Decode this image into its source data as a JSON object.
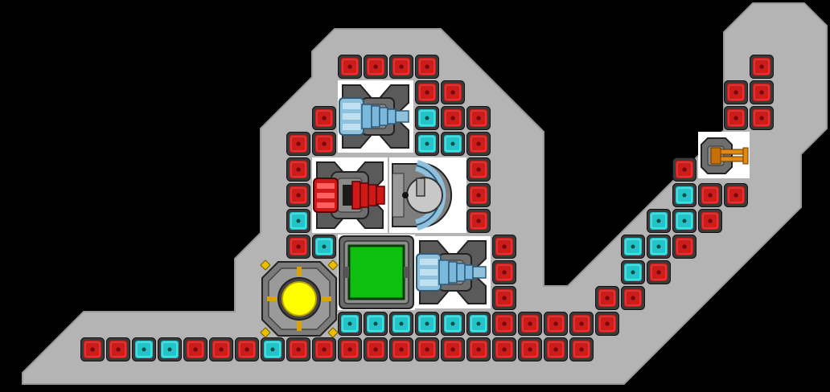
{
  "scene": {
    "background_color": "#000000",
    "hull_color": "#b4b4b4",
    "hull_edge_color": "#9a9a9a",
    "blocks": {
      "armor_red": {
        "fill": "#cc1c1c",
        "dark": "#3a3a3a",
        "dot": "#6a0000",
        "name": "red-armor-block"
      },
      "armor_cyan": {
        "fill": "#22c4c8",
        "dark": "#3a3a3a",
        "dot": "#0a4a4c",
        "name": "cyan-armor-block"
      }
    },
    "components": [
      {
        "id": "thruster-top",
        "name": "blue-thruster-icon",
        "kind": "thruster",
        "color": "#7ab8dc"
      },
      {
        "id": "thruster-red",
        "name": "red-thruster-icon",
        "kind": "thruster",
        "color": "#d01818"
      },
      {
        "id": "gyro",
        "name": "gyroscope-dome-icon",
        "kind": "dome",
        "color": "#8fc0dc"
      },
      {
        "id": "thruster-bottom",
        "name": "blue-thruster-icon",
        "kind": "thruster",
        "color": "#7ab8dc"
      },
      {
        "id": "core",
        "name": "yellow-core-reactor-icon",
        "kind": "core",
        "color": "#ffff00"
      },
      {
        "id": "cargo",
        "name": "green-cargo-container-icon",
        "kind": "cargo",
        "color": "#10c010"
      },
      {
        "id": "cannon",
        "name": "orange-cannon-icon",
        "kind": "cannon",
        "color": "#e08a10"
      }
    ]
  }
}
